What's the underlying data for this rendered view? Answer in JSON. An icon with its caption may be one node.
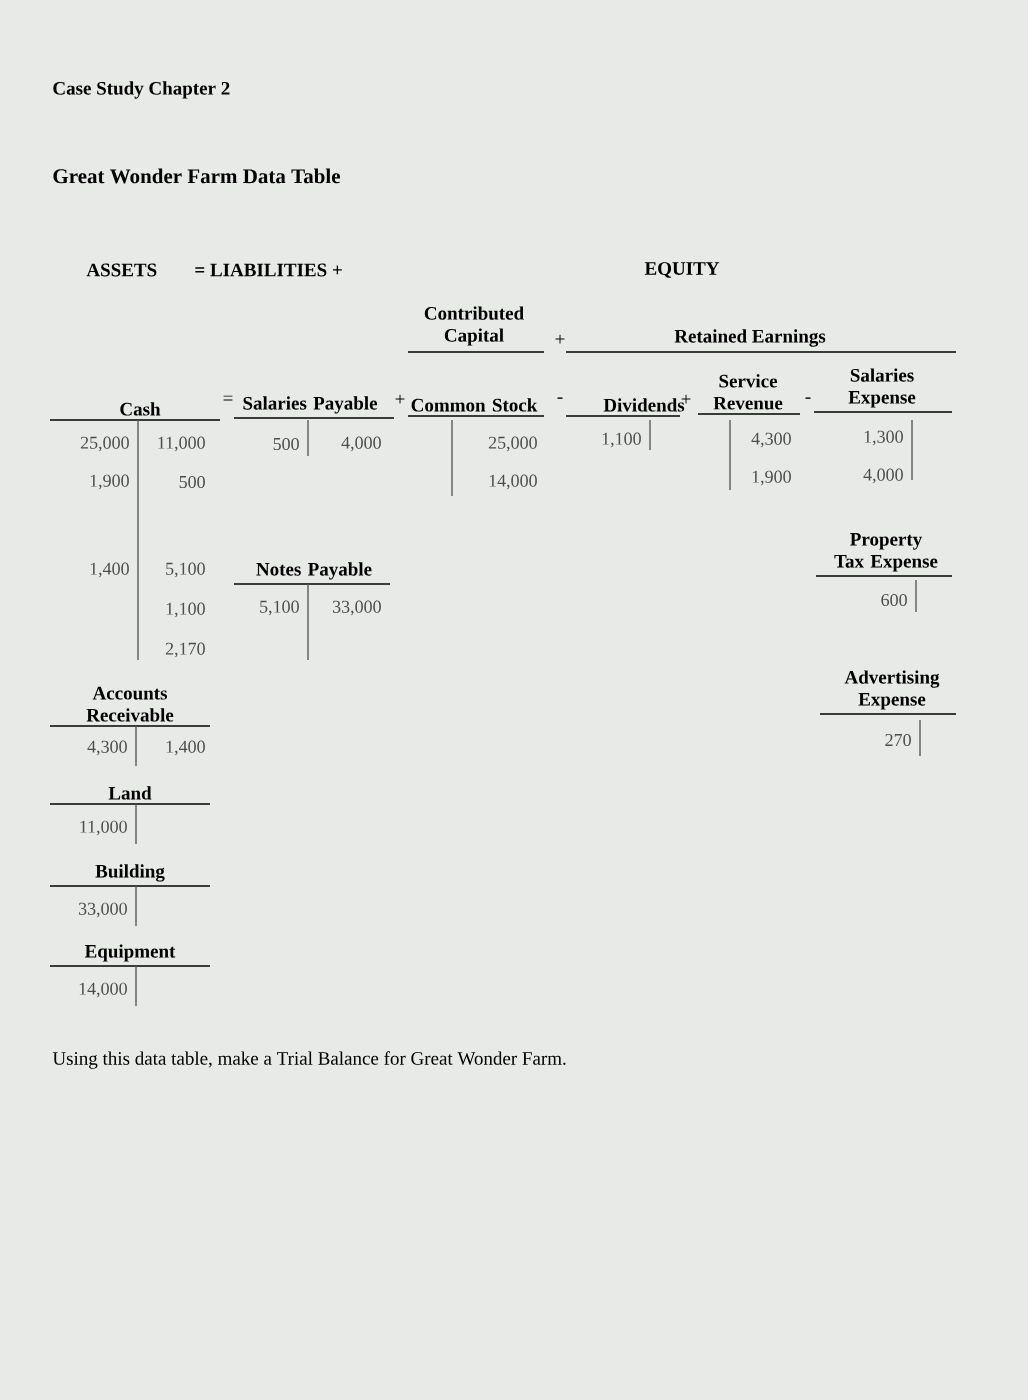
{
  "diagram": {
    "title": "Great Wonder Farm Data Table",
    "caption": "Using this data table, make a Trial Balance for Great Wonder Farm.",
    "nodes": [
      {
        "text": [
          "Cash",
          "25,000",
          "11,000",
          "1,900",
          "500",
          "1,400",
          "5,100",
          "1,100",
          "2,170"
        ]
      },
      {
        "text": [
          "Salaries Payable",
          "500",
          "4,000"
        ]
      },
      {
        "text": [
          "Common Stock",
          "25,000",
          "14,000"
        ]
      },
      {
        "text": [
          "Dividends",
          "1,100"
        ]
      },
      {
        "text": [
          "Service Revenue",
          "4,300",
          "1,900"
        ]
      },
      {
        "text": [
          "Salaries Expense",
          "1,300",
          "4,000"
        ]
      },
      {
        "text": [
          "Property Tax Expense",
          "600"
        ]
      },
      {
        "text": [
          "Notes Payable",
          "5,100",
          "33,000"
        ]
      },
      {
        "text": [
          "Advertising Expense",
          "270"
        ]
      },
      {
        "text": [
          "Accounts Receivable",
          "4,300",
          "1,400"
        ]
      },
      {
        "text": [
          "Land",
          "11,000"
        ]
      },
      {
        "text": [
          "Building",
          "33,000"
        ]
      },
      {
        "text": [
          "Equipment",
          "14,000"
        ]
      }
    ],
    "labels": [
      "Case Study Chapter 2",
      "ASSETS",
      "= LIABILITIES +",
      "EQUITY",
      "Contributed Capital",
      "+",
      "Retained Earnings",
      "=",
      "+",
      "-",
      "+",
      "-"
    ]
  }
}
